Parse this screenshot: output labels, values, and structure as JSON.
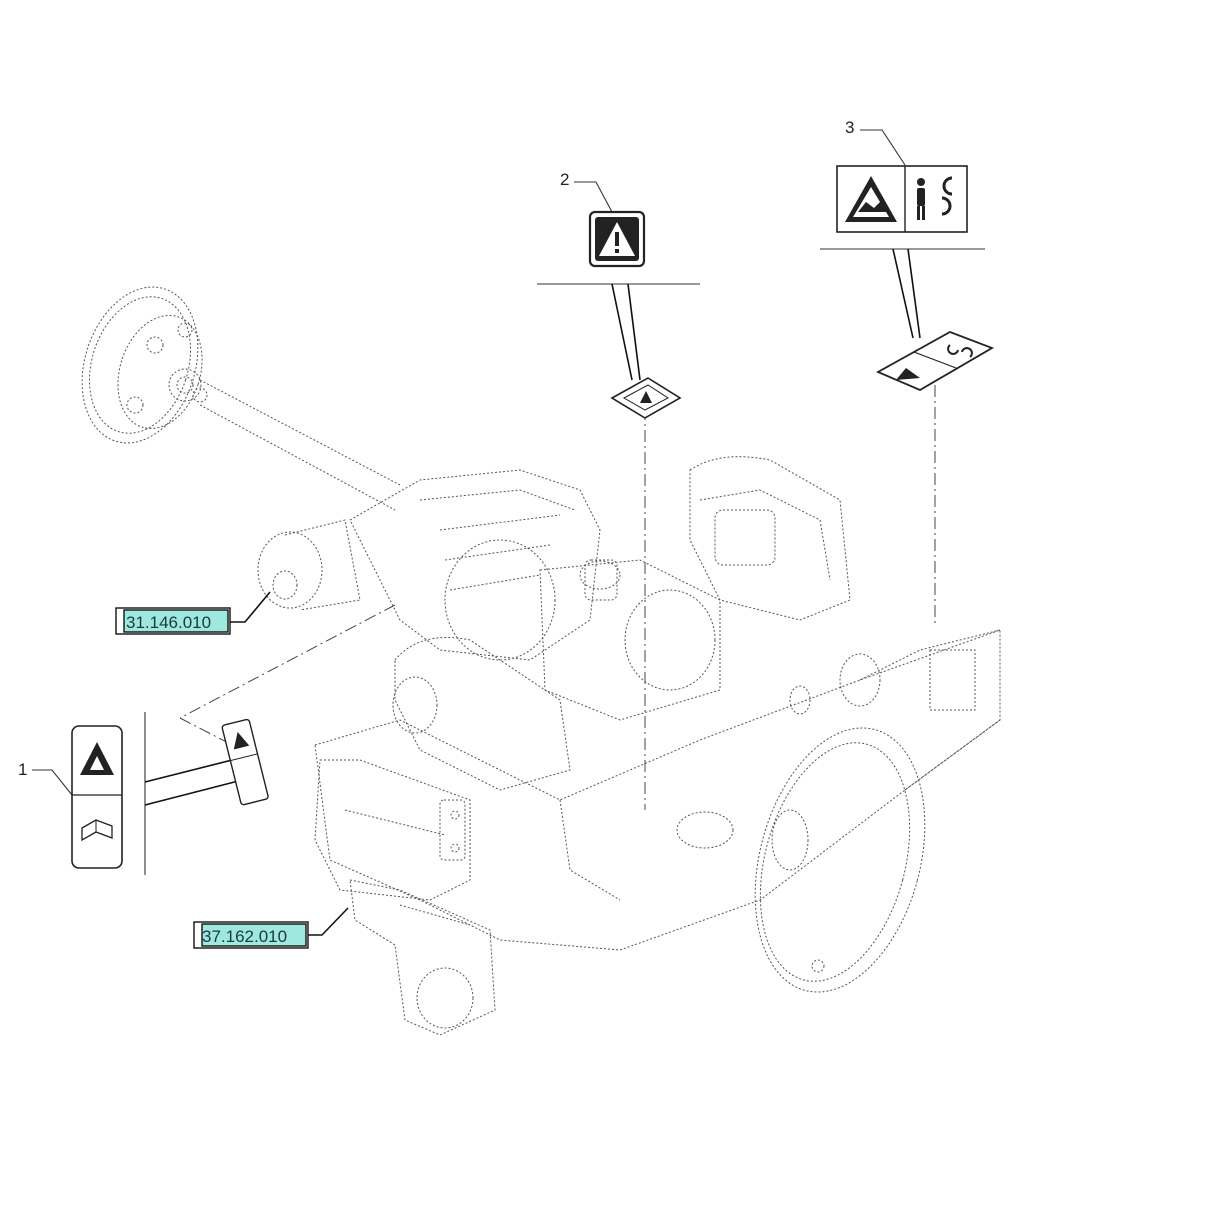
{
  "callouts": {
    "item1": "1",
    "item2": "2",
    "item3": "3"
  },
  "references": {
    "ref_upper": "31.146.010",
    "ref_lower": "37.162.010"
  },
  "colors": {
    "reference_fill": "#9fe8e0",
    "line": "#333333"
  },
  "icons": {
    "decal1": [
      "warning-triangle-icon",
      "read-manual-icon"
    ],
    "decal2": [
      "warning-exclamation-icon"
    ],
    "decal3": [
      "crush-hazard-icon",
      "person-keep-clear-icon"
    ]
  }
}
